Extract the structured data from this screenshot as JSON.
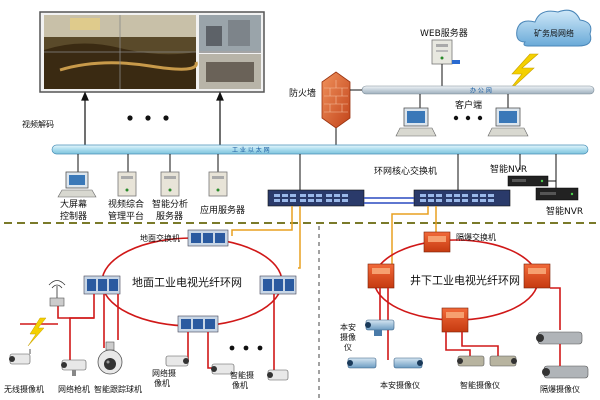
{
  "labels": {
    "video_decode": "视频解码",
    "web_server": "WEB服务器",
    "cloud": "矿务局网络",
    "firewall": "防火墙",
    "office_net": "办 公 网",
    "client": "客户端",
    "industrial_net": "工 业 以 太 网",
    "ring_core_switch": "环网核心交换机",
    "nvr1": "智能NVR",
    "nvr2": "智能NVR",
    "bigscreen_ctrl_l1": "大屏幕",
    "bigscreen_ctrl_l2": "控制器",
    "video_mgmt_l1": "视频综合",
    "video_mgmt_l2": "管理平台",
    "analysis_srv_l1": "智能分析",
    "analysis_srv_l2": "服务器",
    "app_server": "应用服务器",
    "ground_switch": "地面交换机",
    "ground_ring": "地面工业电视光纤环网",
    "mine_switch": "隔爆交换机",
    "mine_ring": "井下工业电视光纤环网",
    "wireless_cam": "无线摄像机",
    "network_gun": "网络枪机",
    "smart_dome": "智能跟踪球机",
    "net_cam_a_l1": "网络摄",
    "net_cam_a_l2": "像机",
    "net_cam_b_l1": "智能摄",
    "net_cam_b_l2": "像机",
    "intrinsic_a_l1": "本安",
    "intrinsic_a_l2": "摄像",
    "intrinsic_a_l3": "仪",
    "intrinsic_b": "本安摄像仪",
    "smart_cam": "智能摄像仪",
    "explosion_cam": "隔爆摄像仪"
  },
  "colors": {
    "bus": "#bfe6f2",
    "bus_stroke": "#4a90b8",
    "office_bus": "#d6dfe6",
    "ring": "#d01818",
    "fiber": "#e8a020",
    "divider": "#7a7a2a",
    "mine_box": "#e04a1a",
    "firewall": "#e0602a"
  }
}
